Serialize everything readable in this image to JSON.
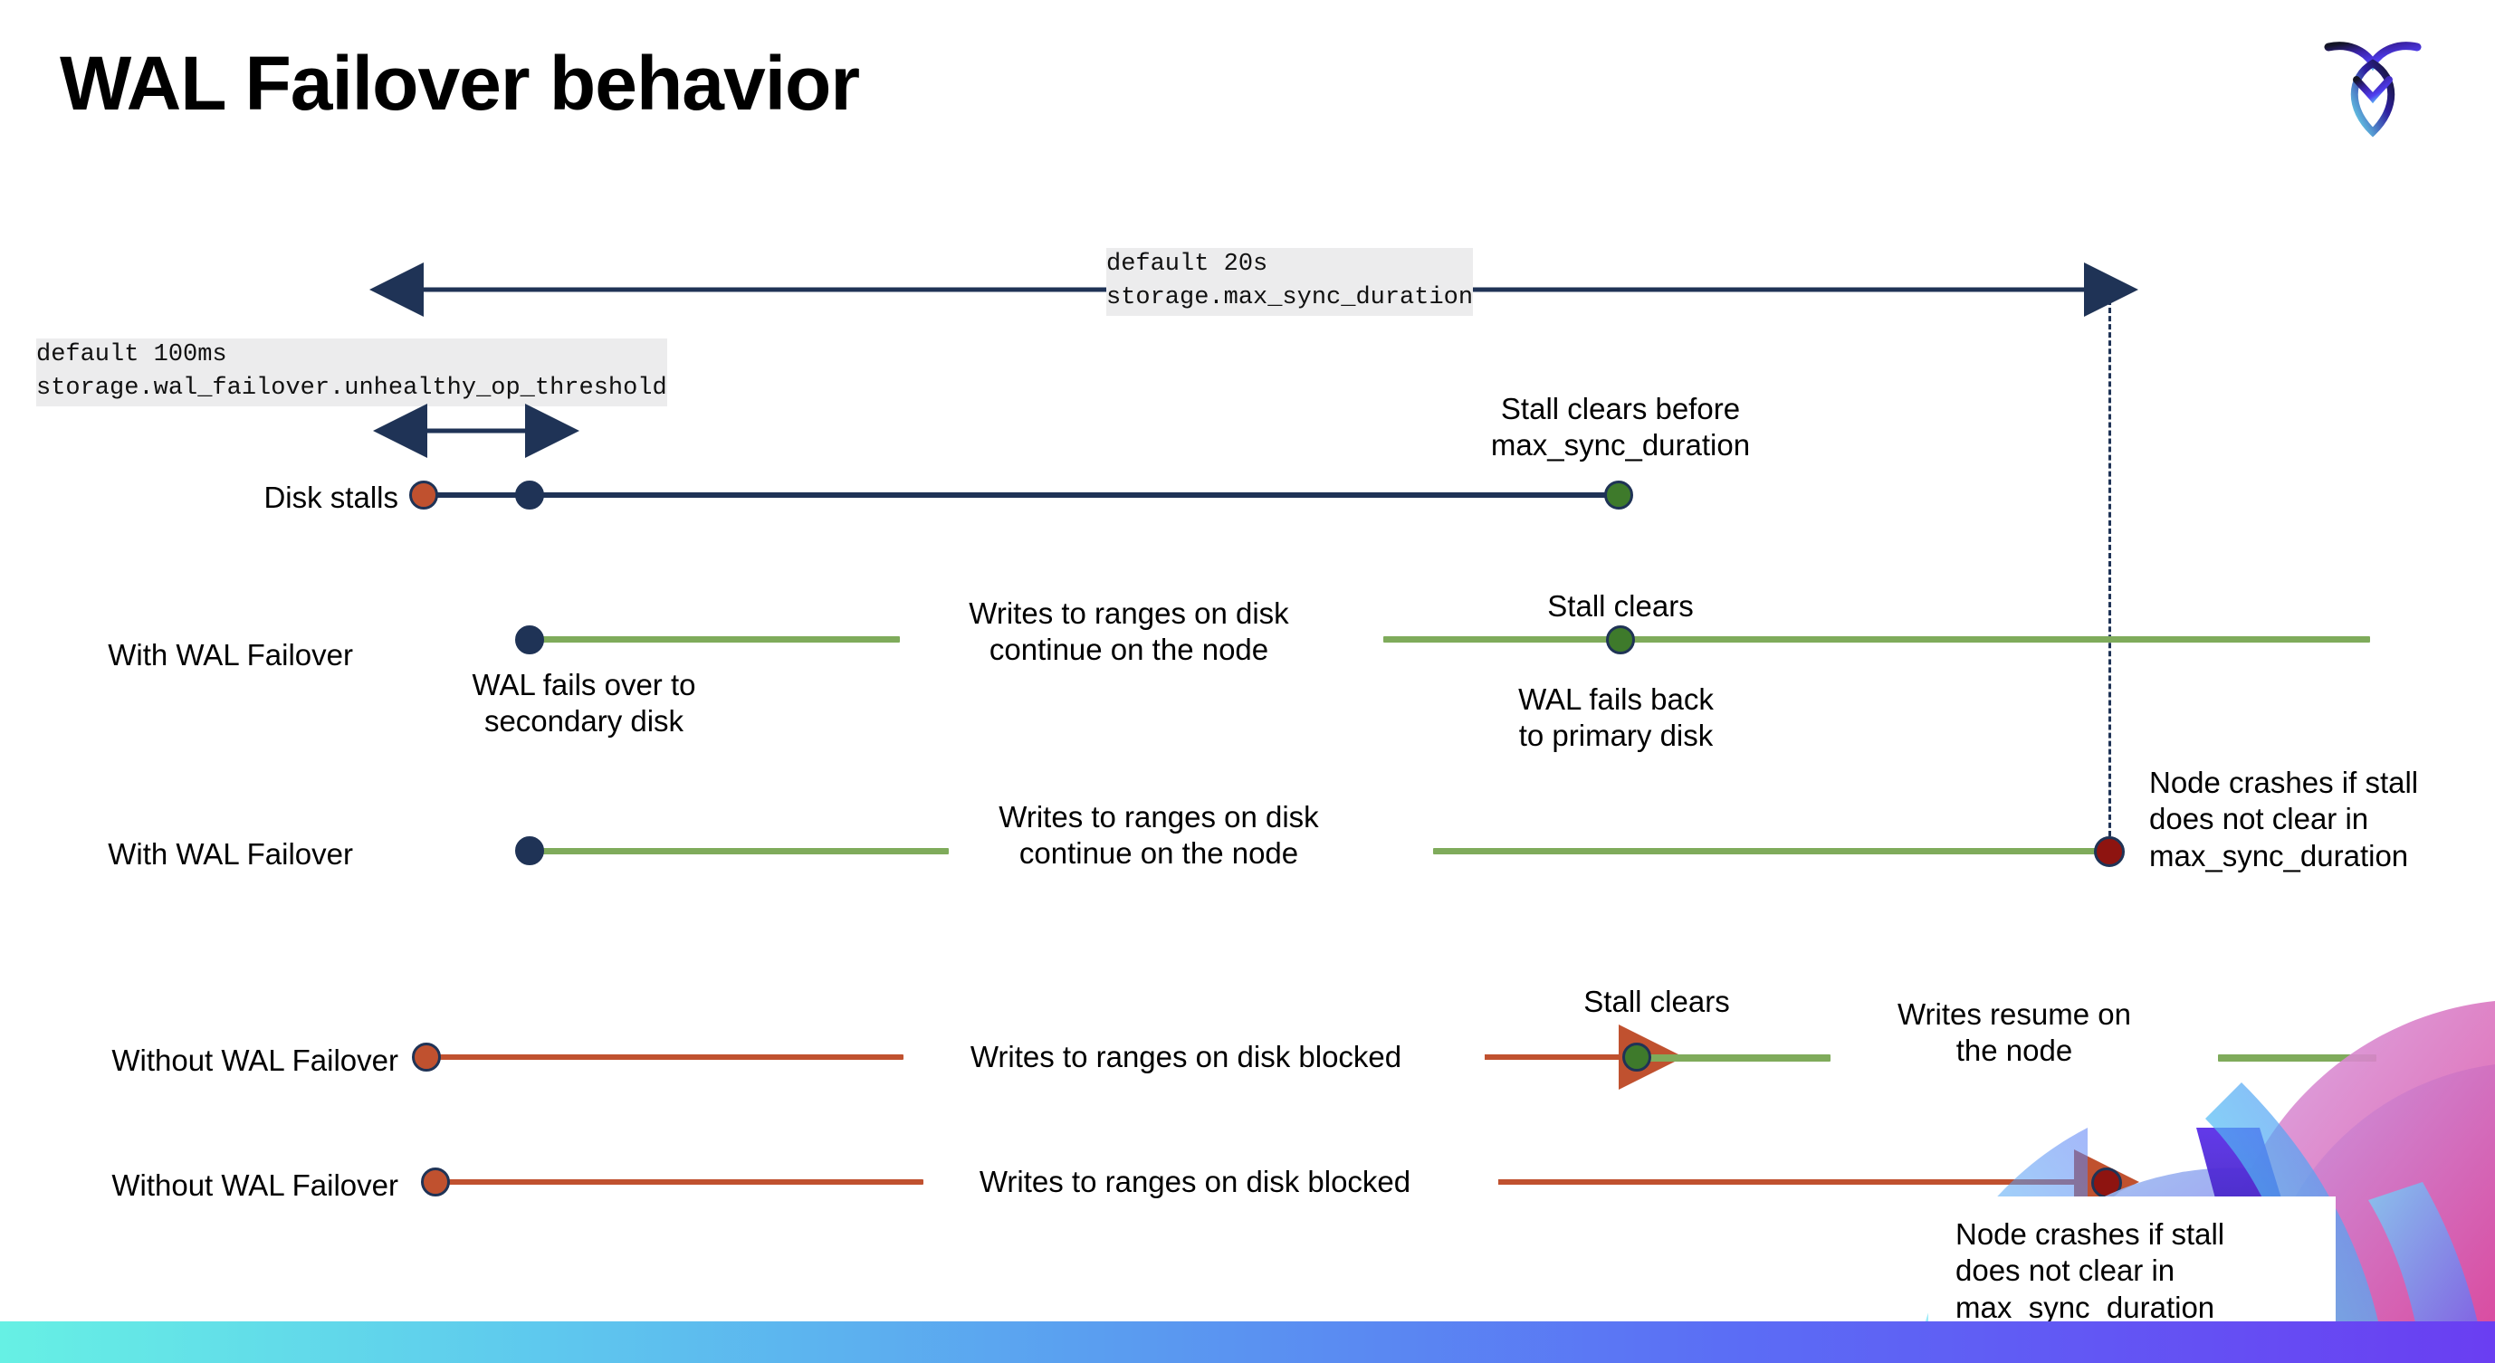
{
  "slide": {
    "title": "WAL Failover behavior",
    "logo_name": "cockroachdb-logo"
  },
  "annotations": {
    "max_sync": {
      "line1": "default 20s",
      "line2": "storage.max_sync_duration"
    },
    "unhealthy": {
      "line1": "default 100ms",
      "line2": "storage.wal_failover.unhealthy_op_threshold"
    }
  },
  "rows": [
    {
      "label": "Disk stalls",
      "notes": [
        "Stall clears before\nmax_sync_duration"
      ]
    },
    {
      "label": "With WAL Failover",
      "notes": [
        "Writes to ranges on disk\ncontinue on the node",
        "Stall clears",
        "WAL fails over to\nsecondary disk",
        "WAL fails  back\nto primary disk"
      ]
    },
    {
      "label": "With WAL Failover",
      "notes": [
        "Writes to ranges on disk\ncontinue on the node",
        "Node crashes if stall\ndoes not clear in\nmax_sync_duration"
      ]
    },
    {
      "label": "Without WAL Failover",
      "notes": [
        "Writes to ranges on disk  blocked",
        "Stall clears",
        "Writes resume on\nthe node"
      ]
    },
    {
      "label": "Without WAL Failover",
      "notes": [
        "Writes to ranges on disk  blocked",
        "Node crashes if stall\ndoes not clear in\nmax_sync_duration"
      ]
    }
  ],
  "colors": {
    "navy": "#1f3356",
    "orange": "#c0512f",
    "green_line": "#7fab5b",
    "green_dot": "#3e7a2b",
    "dark_red": "#8e1410",
    "red_line": "#c0512f",
    "code_bg": "#ececed"
  }
}
